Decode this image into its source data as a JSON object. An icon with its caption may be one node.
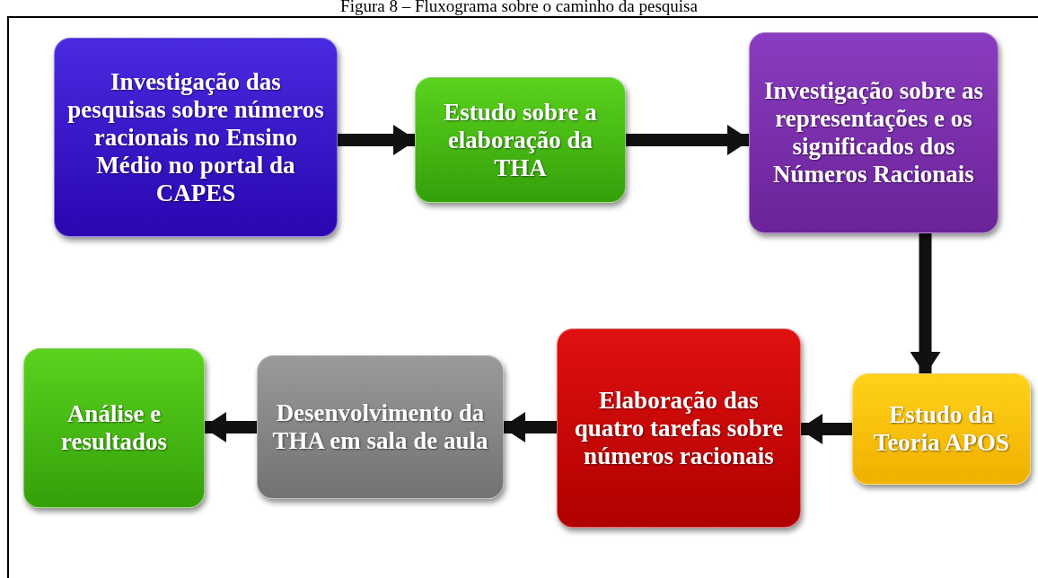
{
  "diagram": {
    "title": "Figura 8 – Fluxograma sobre o caminho da pesquisa",
    "nodes": [
      {
        "text": [
          "Investigação das pesquisas sobre números racionais no Ensino Médio no portal da CAPES"
        ]
      },
      {
        "text": [
          "Estudo sobre a elaboração da THA"
        ]
      },
      {
        "text": [
          "Investigação sobre as representações e os significados dos Números Racionais"
        ]
      },
      {
        "text": [
          "Estudo da Teoria APOS"
        ]
      },
      {
        "text": [
          "Elaboração das quatro tarefas sobre números racionais"
        ]
      },
      {
        "text": [
          "Desenvolvimento da THA em sala de aula"
        ]
      },
      {
        "text": [
          "Análise e resultados"
        ]
      }
    ],
    "edges": [
      {
        "from": 0,
        "to": 1,
        "arrow": "to"
      },
      {
        "from": 1,
        "to": 2,
        "arrow": "to"
      },
      {
        "from": 2,
        "to": 3,
        "arrow": "to"
      },
      {
        "from": 3,
        "to": 4,
        "arrow": "to"
      },
      {
        "from": 4,
        "to": 5,
        "arrow": "to"
      },
      {
        "from": 5,
        "to": 6,
        "arrow": "to"
      }
    ]
  }
}
